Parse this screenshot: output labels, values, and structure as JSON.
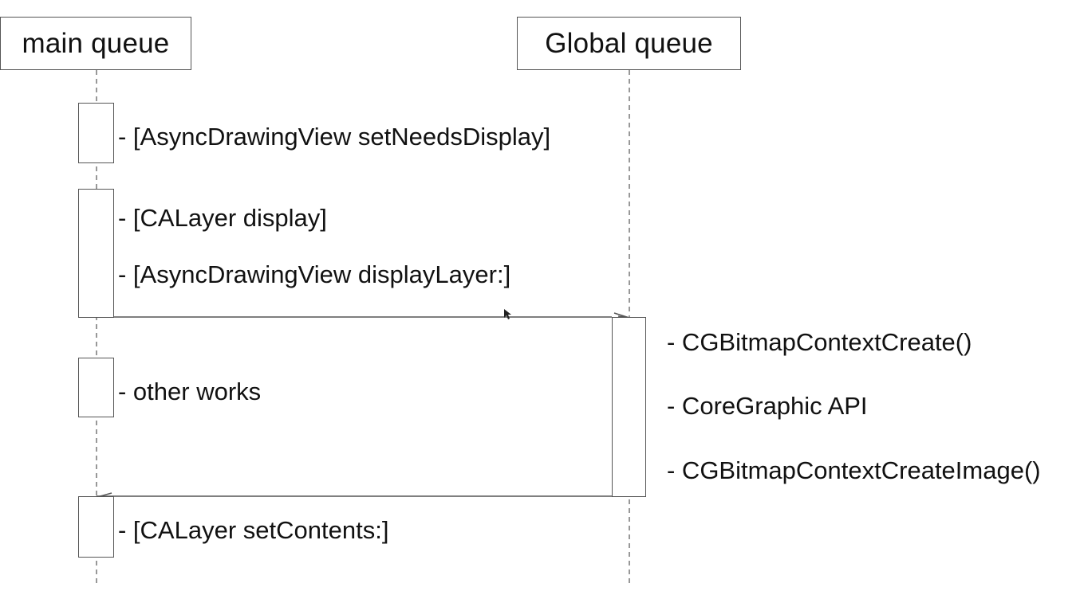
{
  "lifelines": {
    "main": {
      "label": "main queue"
    },
    "global": {
      "label": "Global queue"
    }
  },
  "main_calls": {
    "set_needs_display": "- [AsyncDrawingView setNeedsDisplay]",
    "calayer_display": "- [CALayer display]",
    "display_layer": "- [AsyncDrawingView displayLayer:]",
    "other_works": "- other works",
    "set_contents": "- [CALayer setContents:]"
  },
  "global_calls": {
    "context_create": "- CGBitmapContextCreate()",
    "core_graphic": "- CoreGraphic API",
    "create_image": "- CGBitmapContextCreateImage()"
  },
  "colors": {
    "line": "#555555",
    "text": "#111111",
    "background": "#ffffff"
  }
}
